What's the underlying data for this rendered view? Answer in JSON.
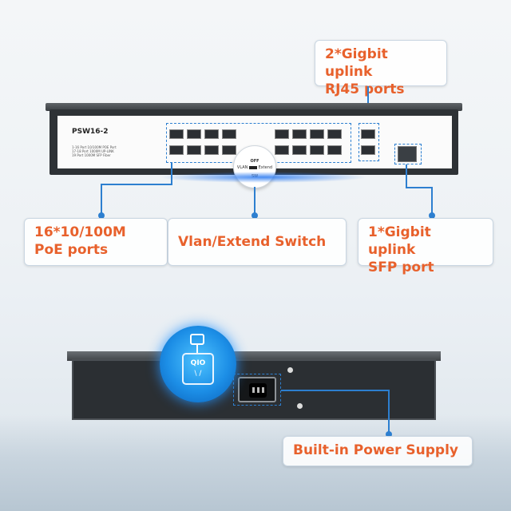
{
  "callouts": {
    "rj45": {
      "line1": "2*Gigbit uplink",
      "line2": "RJ45 ports"
    },
    "poe": {
      "line1": "16*10/100M",
      "line2": "PoE ports"
    },
    "vlan": {
      "line1": "Vlan/Extend Switch"
    },
    "sfp": {
      "line1": "1*Gigbit uplink",
      "line2": "SFP port"
    },
    "power": {
      "line1": "Built-in Power Supply"
    }
  },
  "switch_front": {
    "model": "PSW16-2",
    "spec_lines": [
      "1-16 Port 10/100M POE Port",
      "17-18 Port 1000M UP-LINK",
      "19 Port 1000M SFP Fiber"
    ],
    "dip_switch": {
      "off": "OFF",
      "left": "VLAN",
      "right": "Extend",
      "sw": "SW"
    }
  },
  "switch_back": {
    "plug_icon_text": "QIO",
    "plug_icon_symbol": "\\ /"
  },
  "colors": {
    "accent_line": "#2d7fd0",
    "label_text": "#e8612c",
    "plug_glow": "#1c8ee6"
  },
  "icons": [
    "power-plug-icon",
    "power-inlet-icon"
  ]
}
